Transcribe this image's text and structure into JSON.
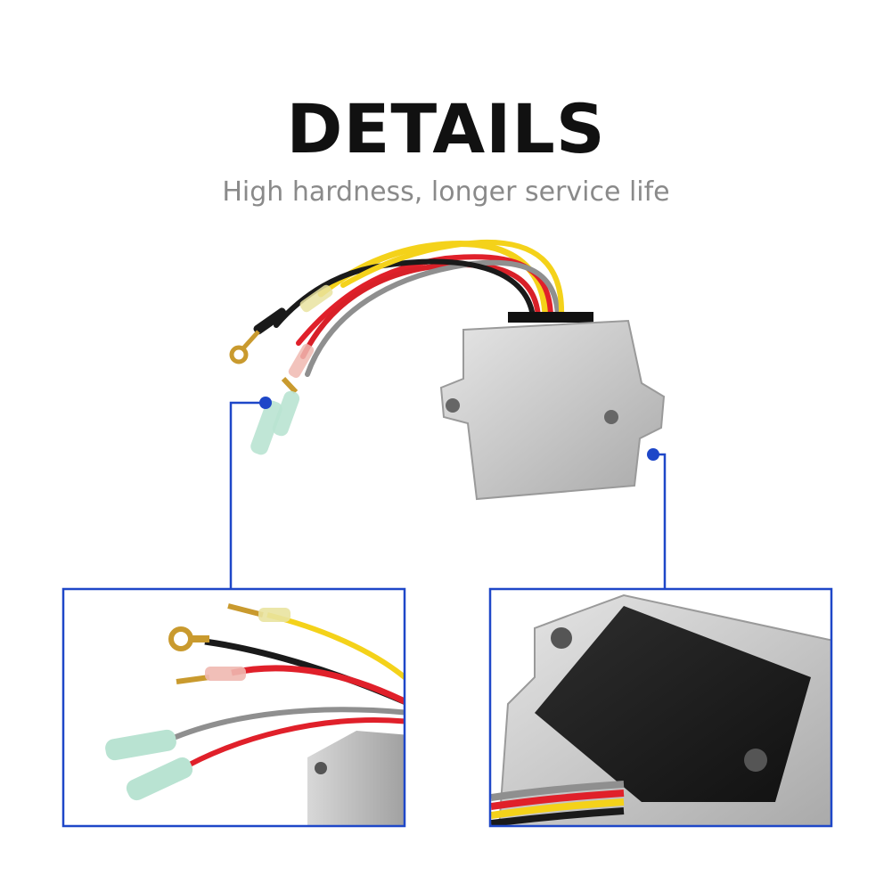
{
  "heading": {
    "title": "DETAILS",
    "subtitle": "High hardness, longer service life"
  },
  "colors": {
    "accent": "#1e47c8",
    "wire_yellow": "#f4d21a",
    "wire_red": "#e0202a",
    "wire_black": "#1a1a1a",
    "wire_gray": "#8f8f8f",
    "housing": "#c9c9c9",
    "potting": "#1c1c1c"
  },
  "images": {
    "main": "voltage-regulator-rectifier",
    "detail_left": "wire-leads-with-connectors-closeup",
    "detail_right": "regulator-housing-closeup"
  }
}
